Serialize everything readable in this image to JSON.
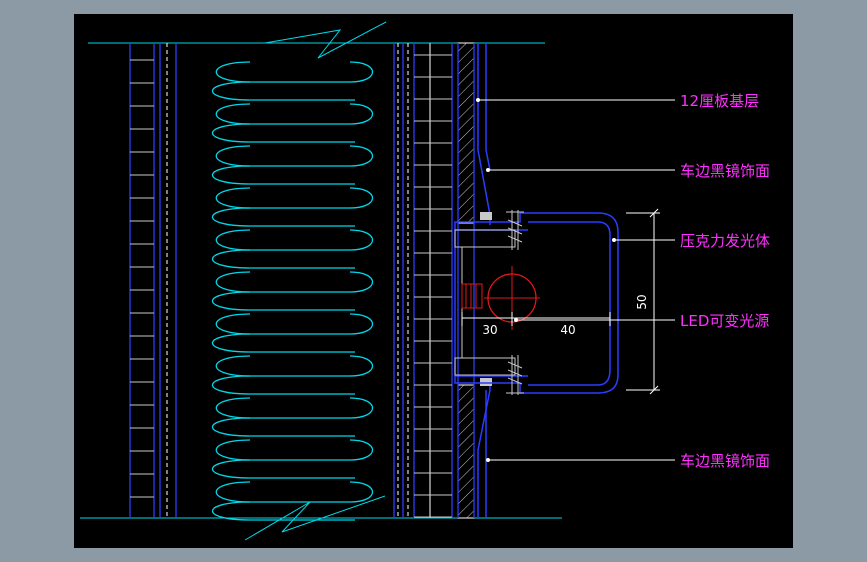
{
  "colors": {
    "background": "#000000",
    "frame": "#8c9aa6",
    "structure": "#2c3cff",
    "insulation": "#00d8e8",
    "leader": "#ffffff",
    "label": "#ff30ff",
    "led": "#e01818"
  },
  "labels": {
    "plywood_base": "12厘板基层",
    "mirror_top": "车边黑镜饰面",
    "acrylic": "压克力发光体",
    "led": "LED可变光源",
    "mirror_bottom": "车边黑镜饰面"
  },
  "dimensions": {
    "height": "50",
    "depth_a": "30",
    "depth_b": "40"
  }
}
